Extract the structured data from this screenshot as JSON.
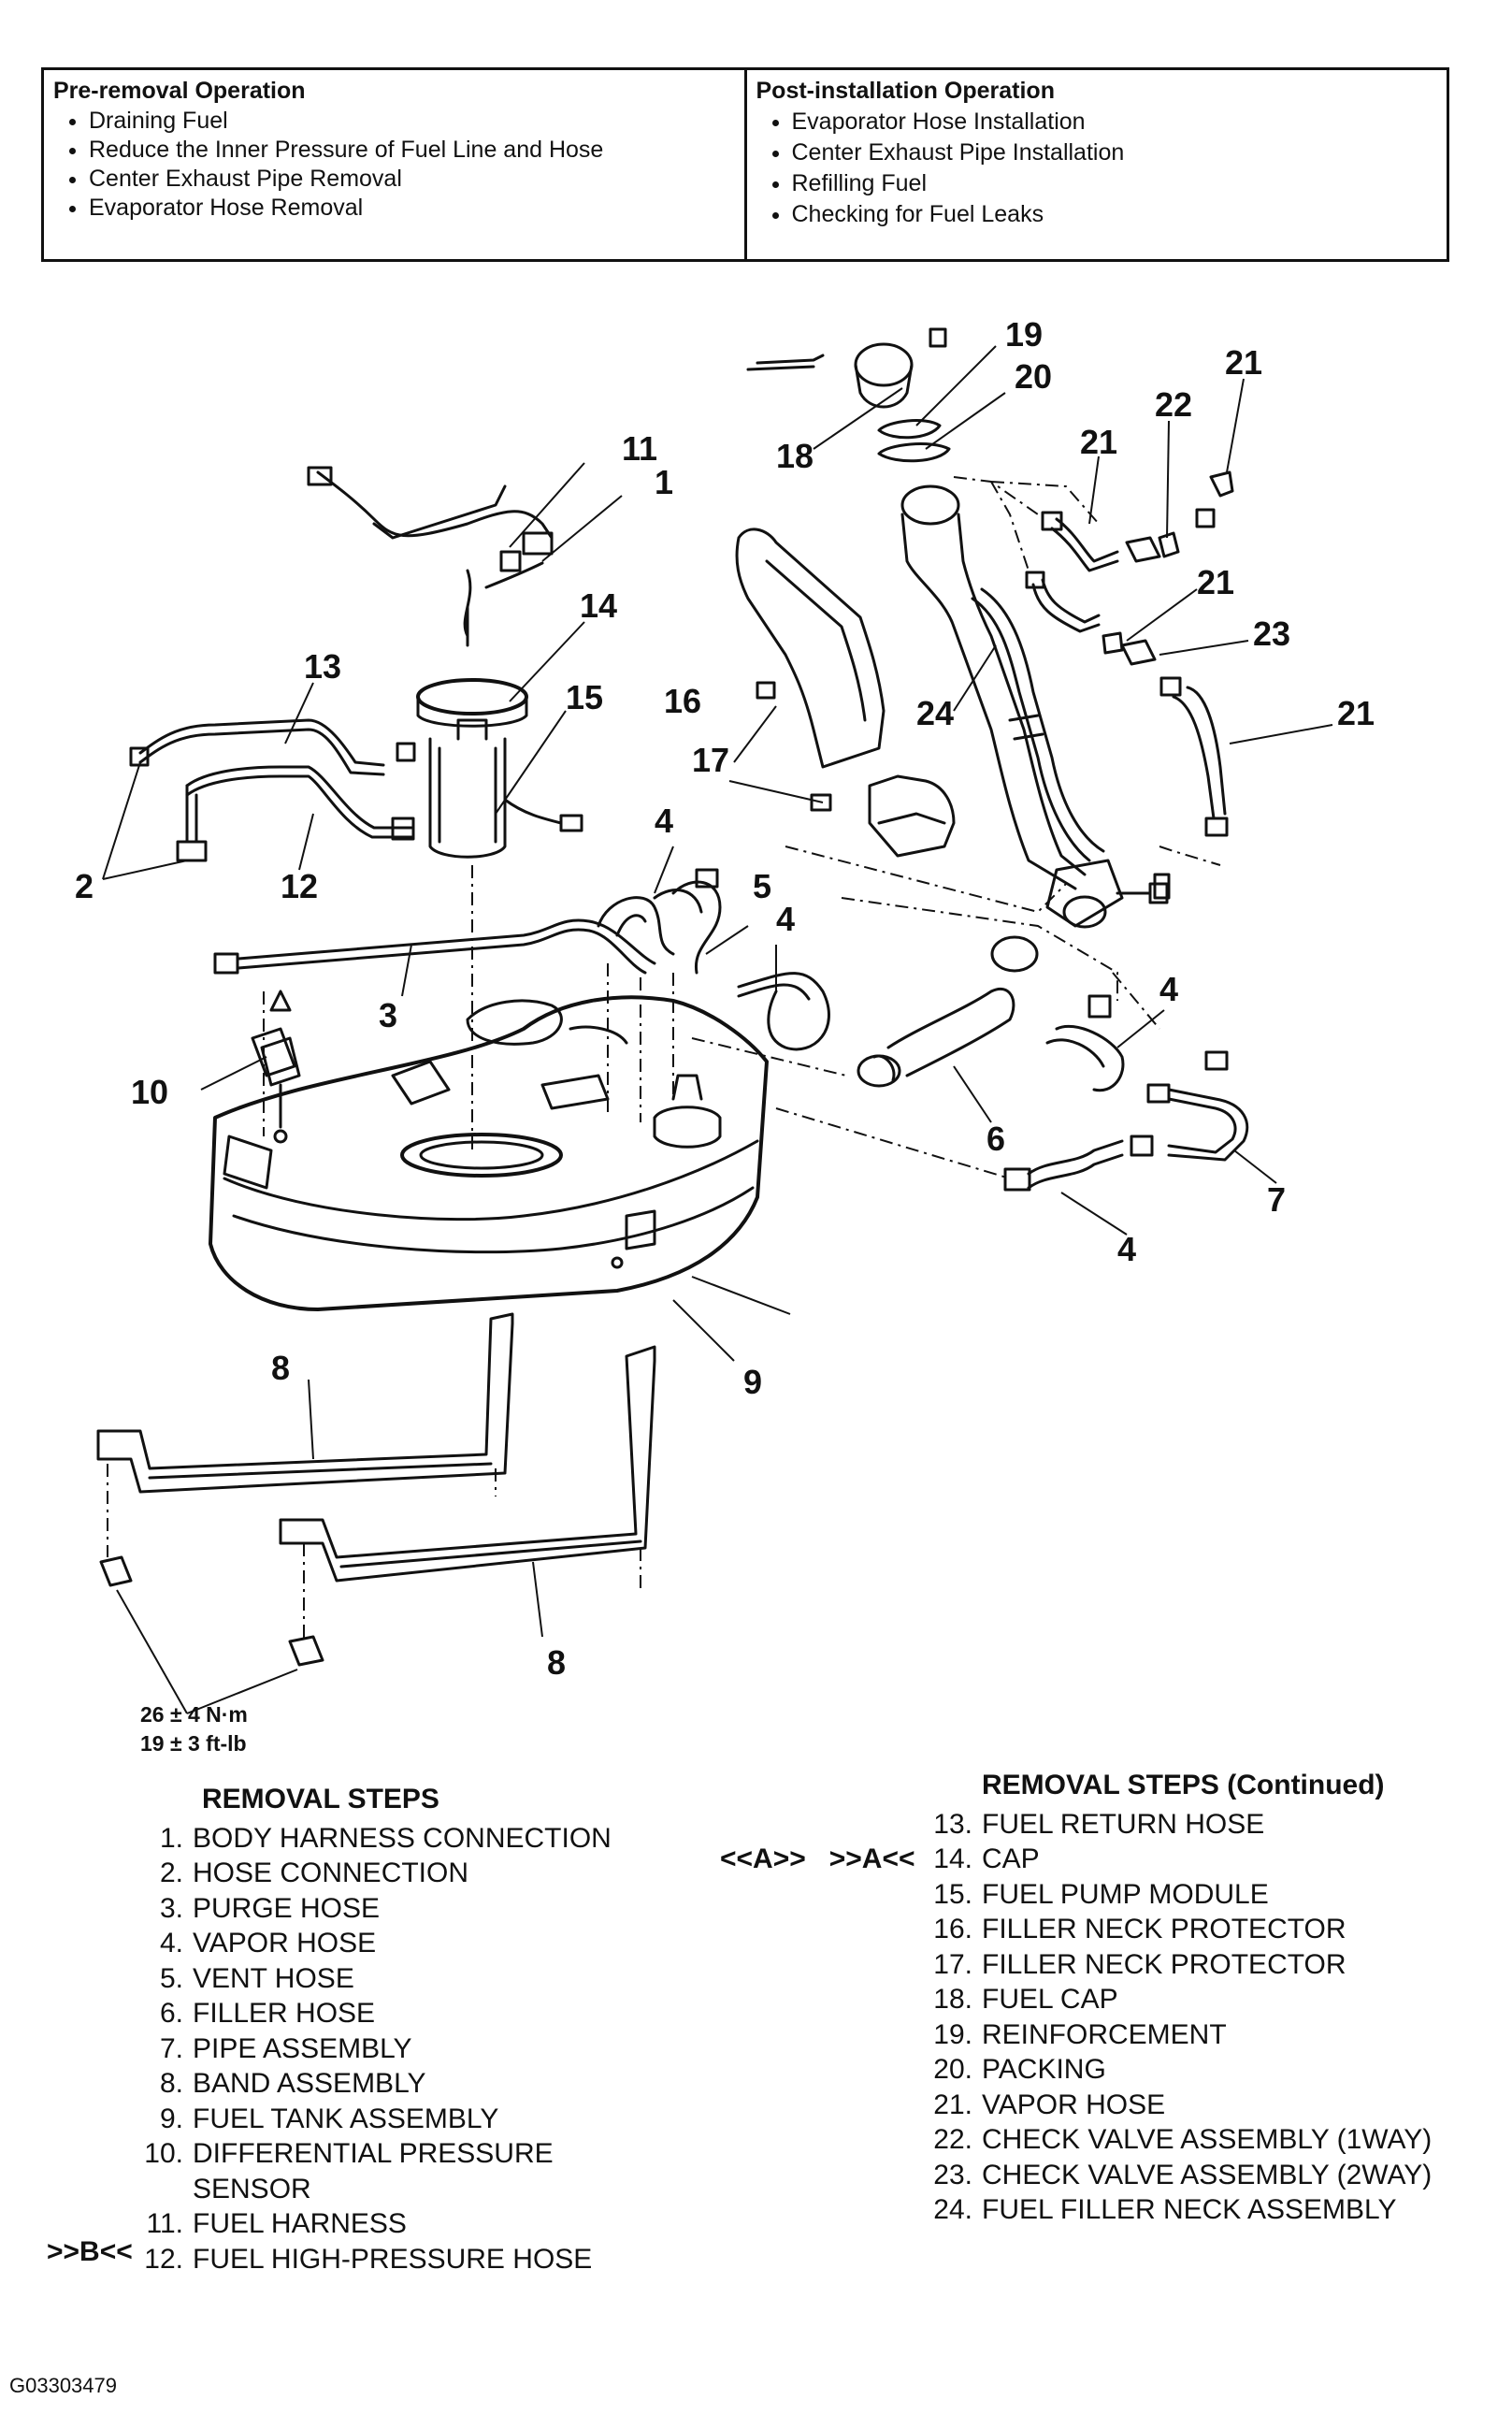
{
  "operations": {
    "pre": {
      "title": "Pre-removal Operation",
      "items": [
        "Draining Fuel",
        "Reduce the Inner Pressure of Fuel Line and Hose",
        "Center Exhaust Pipe Removal",
        "Evaporator Hose Removal"
      ]
    },
    "post": {
      "title": "Post-installation Operation",
      "items": [
        "Evaporator Hose Installation",
        "Center Exhaust Pipe Installation",
        "Refilling Fuel",
        "Checking for Fuel Leaks"
      ]
    }
  },
  "callouts": {
    "n1": "1",
    "n2": "2",
    "n3": "3",
    "n4": "4",
    "n5": "5",
    "n6": "6",
    "n7": "7",
    "n8": "8",
    "n9": "9",
    "n10": "10",
    "n11": "11",
    "n12": "12",
    "n13": "13",
    "n14": "14",
    "n15": "15",
    "n16": "16",
    "n17": "17",
    "n18": "18",
    "n19": "19",
    "n20": "20",
    "n21": "21",
    "n22": "22",
    "n23": "23",
    "n24": "24"
  },
  "torque": {
    "metric": "26 ± 4 N·m",
    "imperial": "19 ± 3 ft-lb"
  },
  "removal_steps": {
    "title": "REMOVAL STEPS",
    "title_continued": "REMOVAL STEPS (Continued)",
    "mark_b": ">>B<<",
    "mark_a": "<<A>>   >>A<<",
    "left": [
      {
        "n": "1.",
        "text": "BODY HARNESS CONNECTION"
      },
      {
        "n": "2.",
        "text": "HOSE CONNECTION"
      },
      {
        "n": "3.",
        "text": "PURGE HOSE"
      },
      {
        "n": "4.",
        "text": "VAPOR HOSE"
      },
      {
        "n": "5.",
        "text": "VENT HOSE"
      },
      {
        "n": "6.",
        "text": "FILLER HOSE"
      },
      {
        "n": "7.",
        "text": "PIPE ASSEMBLY"
      },
      {
        "n": "8.",
        "text": "BAND ASSEMBLY"
      },
      {
        "n": "9.",
        "text": "FUEL TANK ASSEMBLY"
      },
      {
        "n": "10.",
        "text": "DIFFERENTIAL PRESSURE"
      },
      {
        "n": "",
        "text": "SENSOR"
      },
      {
        "n": "11.",
        "text": "FUEL HARNESS"
      },
      {
        "n": "12.",
        "text": "FUEL HIGH-PRESSURE HOSE"
      }
    ],
    "right": [
      {
        "n": "13.",
        "text": "FUEL RETURN HOSE"
      },
      {
        "n": "14.",
        "text": "CAP"
      },
      {
        "n": "15.",
        "text": "FUEL PUMP MODULE"
      },
      {
        "n": "16.",
        "text": "FILLER NECK PROTECTOR"
      },
      {
        "n": "17.",
        "text": "FILLER NECK PROTECTOR"
      },
      {
        "n": "18.",
        "text": "FUEL CAP"
      },
      {
        "n": "19.",
        "text": "REINFORCEMENT"
      },
      {
        "n": "20.",
        "text": "PACKING"
      },
      {
        "n": "21.",
        "text": "VAPOR HOSE"
      },
      {
        "n": "22.",
        "text": "CHECK VALVE ASSEMBLY (1WAY)"
      },
      {
        "n": "23.",
        "text": "CHECK VALVE ASSEMBLY (2WAY)"
      },
      {
        "n": "24.",
        "text": "FUEL FILLER NECK ASSEMBLY"
      }
    ]
  },
  "figure_id": "G03303479"
}
